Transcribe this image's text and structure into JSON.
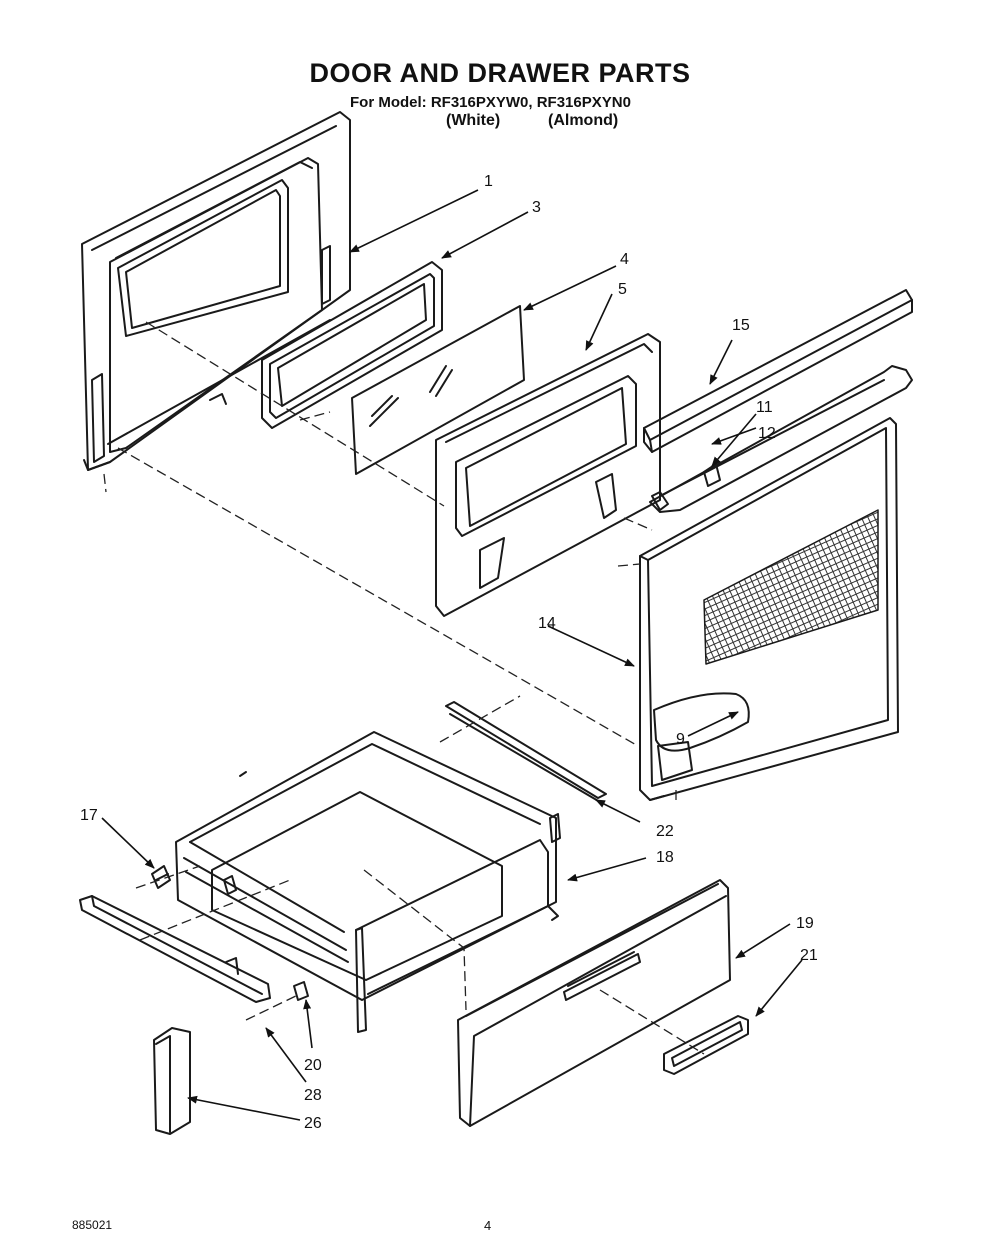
{
  "header": {
    "title": "DOOR AND DRAWER PARTS",
    "model_line": "For Model: RF316PXYW0, RF316PXYN0",
    "variant_white": "(White)",
    "variant_almond": "(Almond)"
  },
  "callouts": {
    "c1": "1",
    "c3": "3",
    "c4": "4",
    "c5": "5",
    "c15": "15",
    "c11": "11",
    "c12": "12",
    "c14": "14",
    "c9": "9",
    "c17": "17",
    "c22": "22",
    "c18": "18",
    "c19": "19",
    "c21": "21",
    "c20": "20",
    "c28": "28",
    "c26": "26"
  },
  "footer": {
    "doc_number": "885021",
    "page_number": "4"
  }
}
